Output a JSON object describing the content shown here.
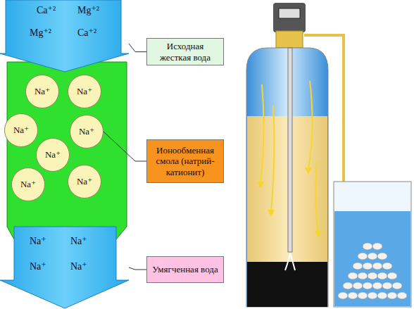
{
  "diagram": {
    "nodes": [
      {
        "text": [
          "Ca⁺²",
          "Mg⁺²",
          "Mg⁺²",
          "Ca⁺²"
        ]
      },
      {
        "text": [
          "Na⁺"
        ]
      },
      {
        "text": [
          "Na⁺"
        ]
      },
      {
        "text": [
          "Na⁺"
        ]
      },
      {
        "text": [
          "Na⁺"
        ]
      },
      {
        "text": [
          "Na⁺"
        ]
      },
      {
        "text": [
          "Na⁺"
        ]
      },
      {
        "text": [
          "Na⁺"
        ]
      },
      {
        "text": [
          "Na⁺",
          "Na⁺",
          "Na⁺",
          "Na⁺"
        ]
      },
      {
        "text": [
          "Исходная жесткая вода"
        ]
      },
      {
        "text": [
          "Ионообменная смола (натрий-катионит)"
        ]
      },
      {
        "text": [
          "Умягченная вода"
        ]
      }
    ],
    "edges": [
      {
        "from": 9,
        "to": 0,
        "arrow": "none"
      },
      {
        "from": 10,
        "to": 4,
        "arrow": "none"
      },
      {
        "from": 11,
        "to": 8,
        "arrow": "none"
      }
    ]
  }
}
